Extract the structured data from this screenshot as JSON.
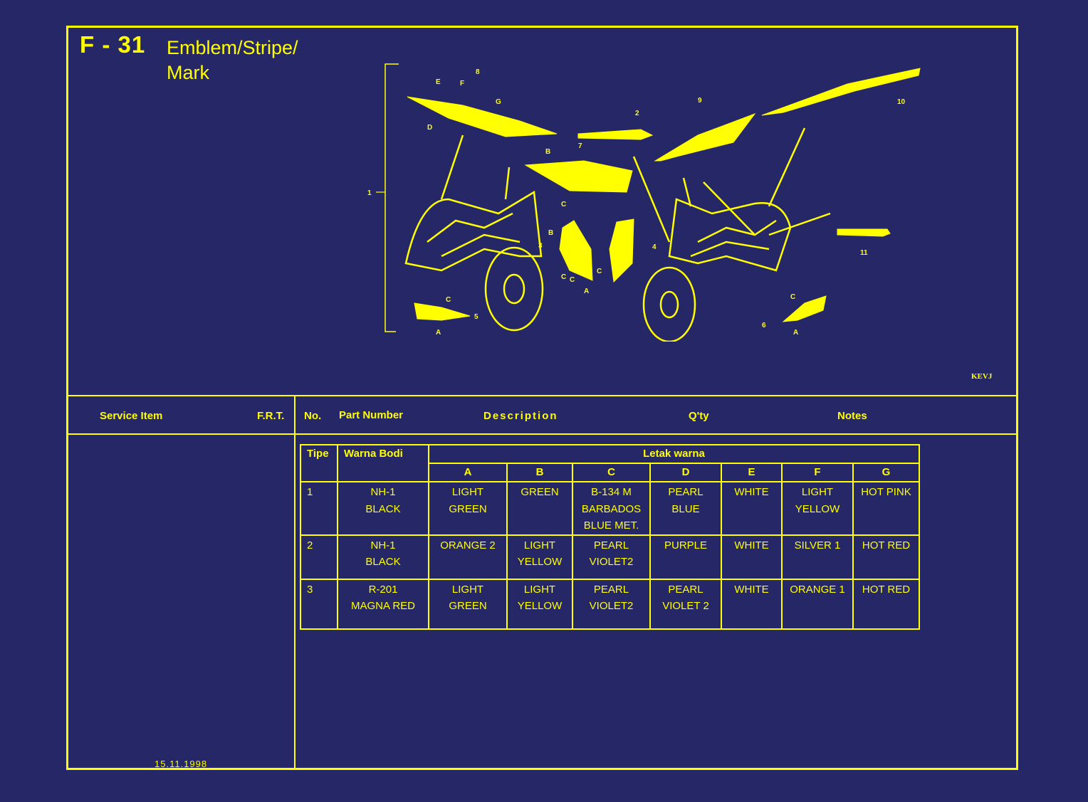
{
  "header": {
    "code": "F - 31",
    "title_line1": "Emblem/Stripe/",
    "title_line2": "Mark",
    "drawing_code": "KEVJ"
  },
  "columns": {
    "service_item": "Service Item",
    "frt": "F.R.T.",
    "no": "No.",
    "part_number": "Part Number",
    "description": "Description",
    "qty": "Q'ty",
    "notes": "Notes"
  },
  "footer": {
    "date": "15.11.1998"
  },
  "diagram_callouts": [
    "E",
    "F",
    "8",
    "G",
    "D",
    "2",
    "9",
    "10",
    "B",
    "7",
    "1",
    "C",
    "B",
    "3",
    "4",
    "C",
    "C",
    "C",
    "A",
    "11",
    "C",
    "5",
    "A",
    "C",
    "6",
    "A"
  ],
  "color_table": {
    "head_tipe": "Tipe",
    "head_warna": "Warna Bodi",
    "head_letak": "Letak warna",
    "positions": [
      "A",
      "B",
      "C",
      "D",
      "E",
      "F",
      "G"
    ],
    "rows": [
      {
        "tipe": "1",
        "body_l1": "NH-1",
        "body_l2": "BLACK",
        "cells": [
          [
            "LIGHT",
            "GREEN"
          ],
          [
            "GREEN"
          ],
          [
            "B-134 M",
            "BARBADOS",
            "BLUE MET."
          ],
          [
            "PEARL",
            "BLUE"
          ],
          [
            "WHITE"
          ],
          [
            "LIGHT",
            "YELLOW"
          ],
          [
            "HOT PINK"
          ]
        ]
      },
      {
        "tipe": "2",
        "body_l1": "NH-1",
        "body_l2": "BLACK",
        "cells": [
          [
            "ORANGE 2"
          ],
          [
            "LIGHT",
            "YELLOW"
          ],
          [
            "PEARL",
            "VIOLET2"
          ],
          [
            "PURPLE"
          ],
          [
            "WHITE"
          ],
          [
            "SILVER 1"
          ],
          [
            "HOT RED"
          ]
        ]
      },
      {
        "tipe": "3",
        "body_l1": "R-201",
        "body_l2": "MAGNA RED",
        "cells": [
          [
            "LIGHT",
            "GREEN"
          ],
          [
            "LIGHT",
            "YELLOW"
          ],
          [
            "PEARL",
            "VIOLET2"
          ],
          [
            "PEARL",
            "VIOLET 2"
          ],
          [
            "WHITE"
          ],
          [
            "ORANGE 1"
          ],
          [
            "HOT RED"
          ]
        ]
      }
    ]
  },
  "colors": {
    "background": "#262766",
    "ink": "#ffff00"
  }
}
